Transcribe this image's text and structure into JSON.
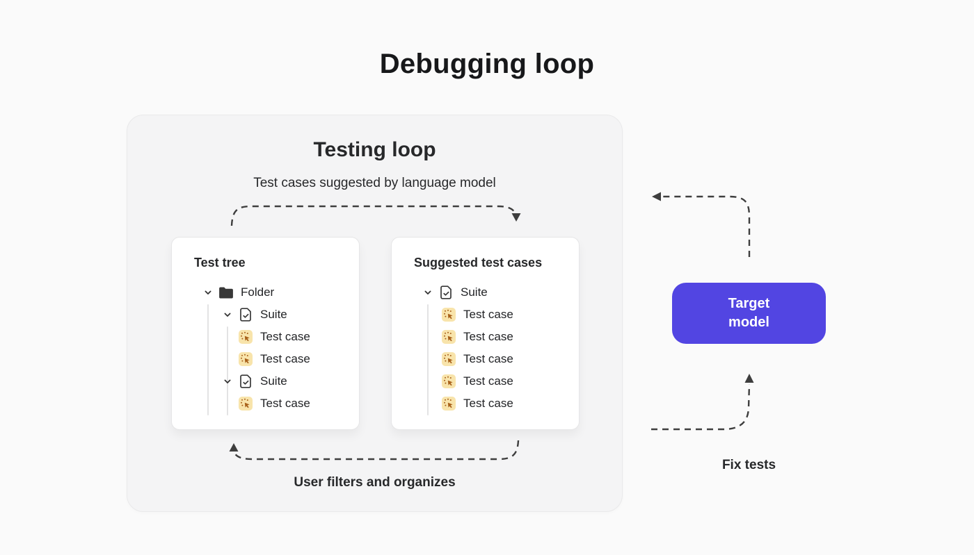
{
  "page": {
    "title": "Debugging loop"
  },
  "panel": {
    "title": "Testing loop",
    "top_caption": "Test cases suggested by language model",
    "bottom_caption": "User filters and organizes"
  },
  "cards": {
    "test_tree": {
      "title": "Test tree",
      "rows": [
        {
          "level": 0,
          "chevron": true,
          "icon": "folder-icon",
          "label": "Folder"
        },
        {
          "level": 1,
          "chevron": true,
          "icon": "suite-icon",
          "label": "Suite"
        },
        {
          "level": 2,
          "chevron": false,
          "icon": "test-case-icon",
          "label": "Test case"
        },
        {
          "level": 2,
          "chevron": false,
          "icon": "test-case-icon",
          "label": "Test case"
        },
        {
          "level": 1,
          "chevron": true,
          "icon": "suite-icon",
          "label": "Suite"
        },
        {
          "level": 2,
          "chevron": false,
          "icon": "test-case-icon",
          "label": "Test case"
        }
      ]
    },
    "suggested": {
      "title": "Suggested test cases",
      "rows": [
        {
          "level": 0,
          "chevron": true,
          "icon": "suite-icon",
          "label": "Suite"
        },
        {
          "level": 1,
          "chevron": false,
          "icon": "test-case-icon",
          "label": "Test case"
        },
        {
          "level": 1,
          "chevron": false,
          "icon": "test-case-icon",
          "label": "Test case"
        },
        {
          "level": 1,
          "chevron": false,
          "icon": "test-case-icon",
          "label": "Test case"
        },
        {
          "level": 1,
          "chevron": false,
          "icon": "test-case-icon",
          "label": "Test case"
        },
        {
          "level": 1,
          "chevron": false,
          "icon": "test-case-icon",
          "label": "Test case"
        }
      ]
    }
  },
  "target_model": {
    "line1": "Target",
    "line2": "model"
  },
  "fix_tests": {
    "label": "Fix tests"
  },
  "colors": {
    "background": "#fafafa",
    "panel_bg": "#f4f4f5",
    "card_bg": "#ffffff",
    "accent": "#5245e2",
    "arrow": "#3e3e3e",
    "text_dark": "#1d1e20",
    "test_case_icon_bg": "#f8e4ab",
    "test_case_icon_fg": "#a8611a"
  }
}
